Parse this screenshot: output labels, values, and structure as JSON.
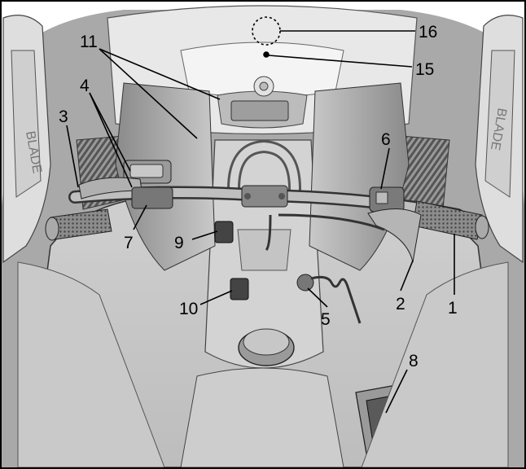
{
  "figure": {
    "description_hidden": "",
    "callouts": [
      "1",
      "2",
      "3",
      "4",
      "5",
      "6",
      "7",
      "8",
      "9",
      "10",
      "11",
      "15",
      "16"
    ],
    "colors": {
      "background": "#ffffff",
      "body_light": "#d9d9d9",
      "body_mid": "#b5b5b5",
      "body_dark": "#6e6e6e",
      "outline": "#000000"
    }
  }
}
